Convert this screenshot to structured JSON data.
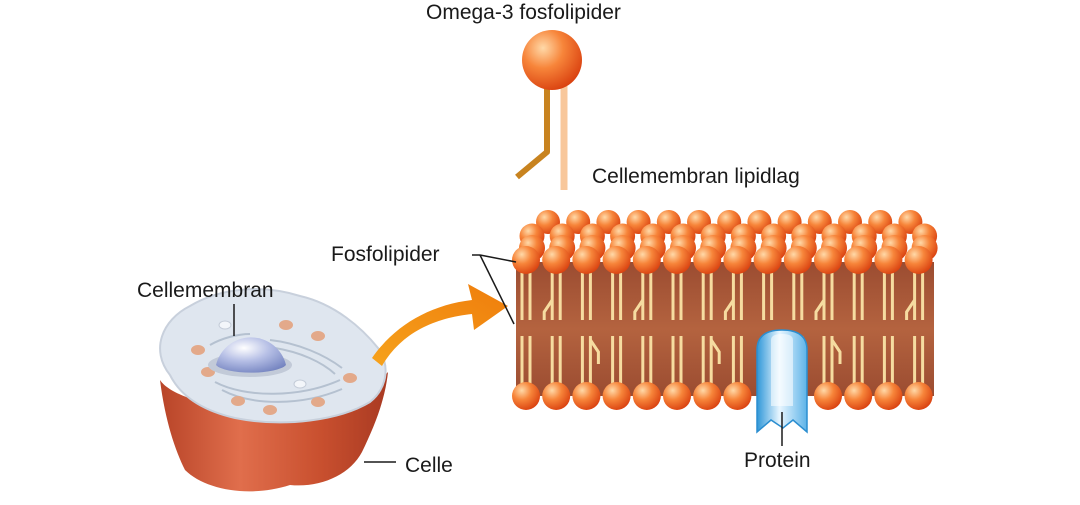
{
  "labels": {
    "omega3": "Omega-3 fosfolipider",
    "bilayer": "Cellemembran lipidlag",
    "phospholipids": "Fosfolipider",
    "cell_membrane": "Cellemembran",
    "cell": "Celle",
    "protein": "Protein"
  },
  "colors": {
    "head": "#f05a1e",
    "head_highlight": "#ffd9a8",
    "membrane_interior": "#a9573a",
    "tail": "#f6dca0",
    "arrow": "#f39a12",
    "cell_body": "#d4583a",
    "cell_top": "#dfe6ef",
    "nucleus": "#9aa6d6",
    "protein": "#7fc0ea"
  }
}
